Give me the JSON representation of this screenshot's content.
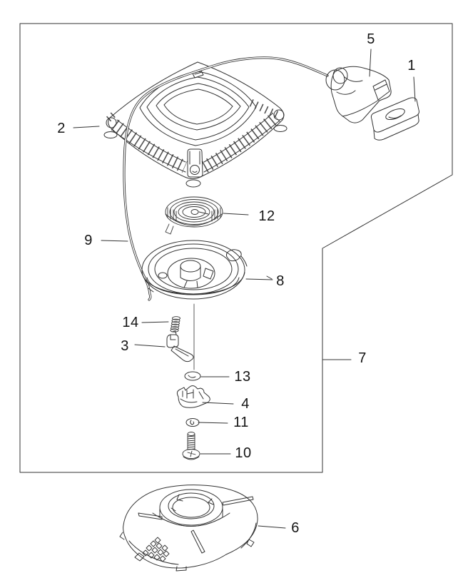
{
  "colors": {
    "background": "#ffffff",
    "line": "#333333",
    "text": "#141414"
  },
  "callouts": [
    {
      "number": "1"
    },
    {
      "number": "2"
    },
    {
      "number": "3"
    },
    {
      "number": "4"
    },
    {
      "number": "5"
    },
    {
      "number": "6"
    },
    {
      "number": "7"
    },
    {
      "number": "8"
    },
    {
      "number": "9"
    },
    {
      "number": "10"
    },
    {
      "number": "11"
    },
    {
      "number": "12"
    },
    {
      "number": "13"
    },
    {
      "number": "14"
    }
  ]
}
